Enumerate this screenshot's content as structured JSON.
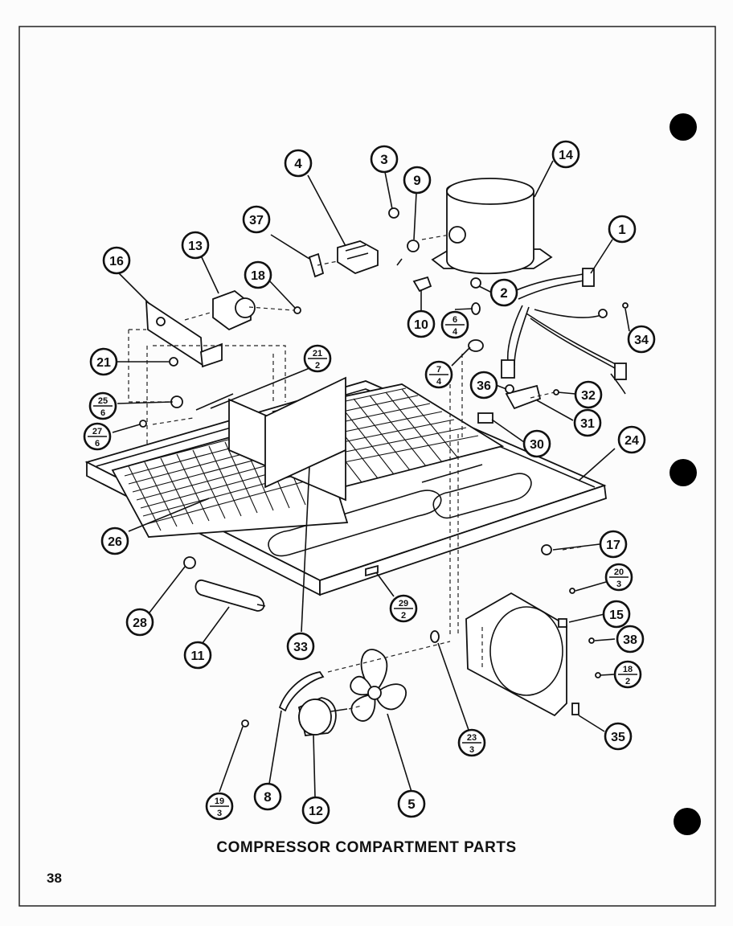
{
  "title": "COMPRESSOR COMPARTMENT PARTS",
  "page_number": "38",
  "callouts": [
    {
      "id": "c1",
      "label": "1"
    },
    {
      "id": "c2",
      "label": "2"
    },
    {
      "id": "c3",
      "label": "3"
    },
    {
      "id": "c4",
      "label": "4"
    },
    {
      "id": "c5",
      "label": "5"
    },
    {
      "id": "c8",
      "label": "8"
    },
    {
      "id": "c9",
      "label": "9"
    },
    {
      "id": "c10",
      "label": "10"
    },
    {
      "id": "c11",
      "label": "11"
    },
    {
      "id": "c12",
      "label": "12"
    },
    {
      "id": "c13",
      "label": "13"
    },
    {
      "id": "c14",
      "label": "14"
    },
    {
      "id": "c15",
      "label": "15"
    },
    {
      "id": "c16",
      "label": "16"
    },
    {
      "id": "c17",
      "label": "17"
    },
    {
      "id": "c18",
      "label": "18"
    },
    {
      "id": "c21",
      "label": "21"
    },
    {
      "id": "c24",
      "label": "24"
    },
    {
      "id": "c26",
      "label": "26"
    },
    {
      "id": "c28",
      "label": "28"
    },
    {
      "id": "c30",
      "label": "30"
    },
    {
      "id": "c31",
      "label": "31"
    },
    {
      "id": "c32",
      "label": "32"
    },
    {
      "id": "c33",
      "label": "33"
    },
    {
      "id": "c34",
      "label": "34"
    },
    {
      "id": "c35",
      "label": "35"
    },
    {
      "id": "c36",
      "label": "36"
    },
    {
      "id": "c37",
      "label": "37"
    },
    {
      "id": "c38",
      "label": "38"
    }
  ],
  "fraction_callouts": [
    {
      "id": "f6_4",
      "top": "6",
      "bottom": "4"
    },
    {
      "id": "f7_4",
      "top": "7",
      "bottom": "4"
    },
    {
      "id": "f21_2",
      "top": "21",
      "bottom": "2"
    },
    {
      "id": "f25_6",
      "top": "25",
      "bottom": "6"
    },
    {
      "id": "f27_6",
      "top": "27",
      "bottom": "6"
    },
    {
      "id": "f29_2",
      "top": "29",
      "bottom": "2"
    },
    {
      "id": "f20_3",
      "top": "20",
      "bottom": "3"
    },
    {
      "id": "f18_2",
      "top": "18",
      "bottom": "2"
    },
    {
      "id": "f23_3",
      "top": "23",
      "bottom": "3"
    },
    {
      "id": "f19_3",
      "top": "19",
      "bottom": "3"
    }
  ]
}
